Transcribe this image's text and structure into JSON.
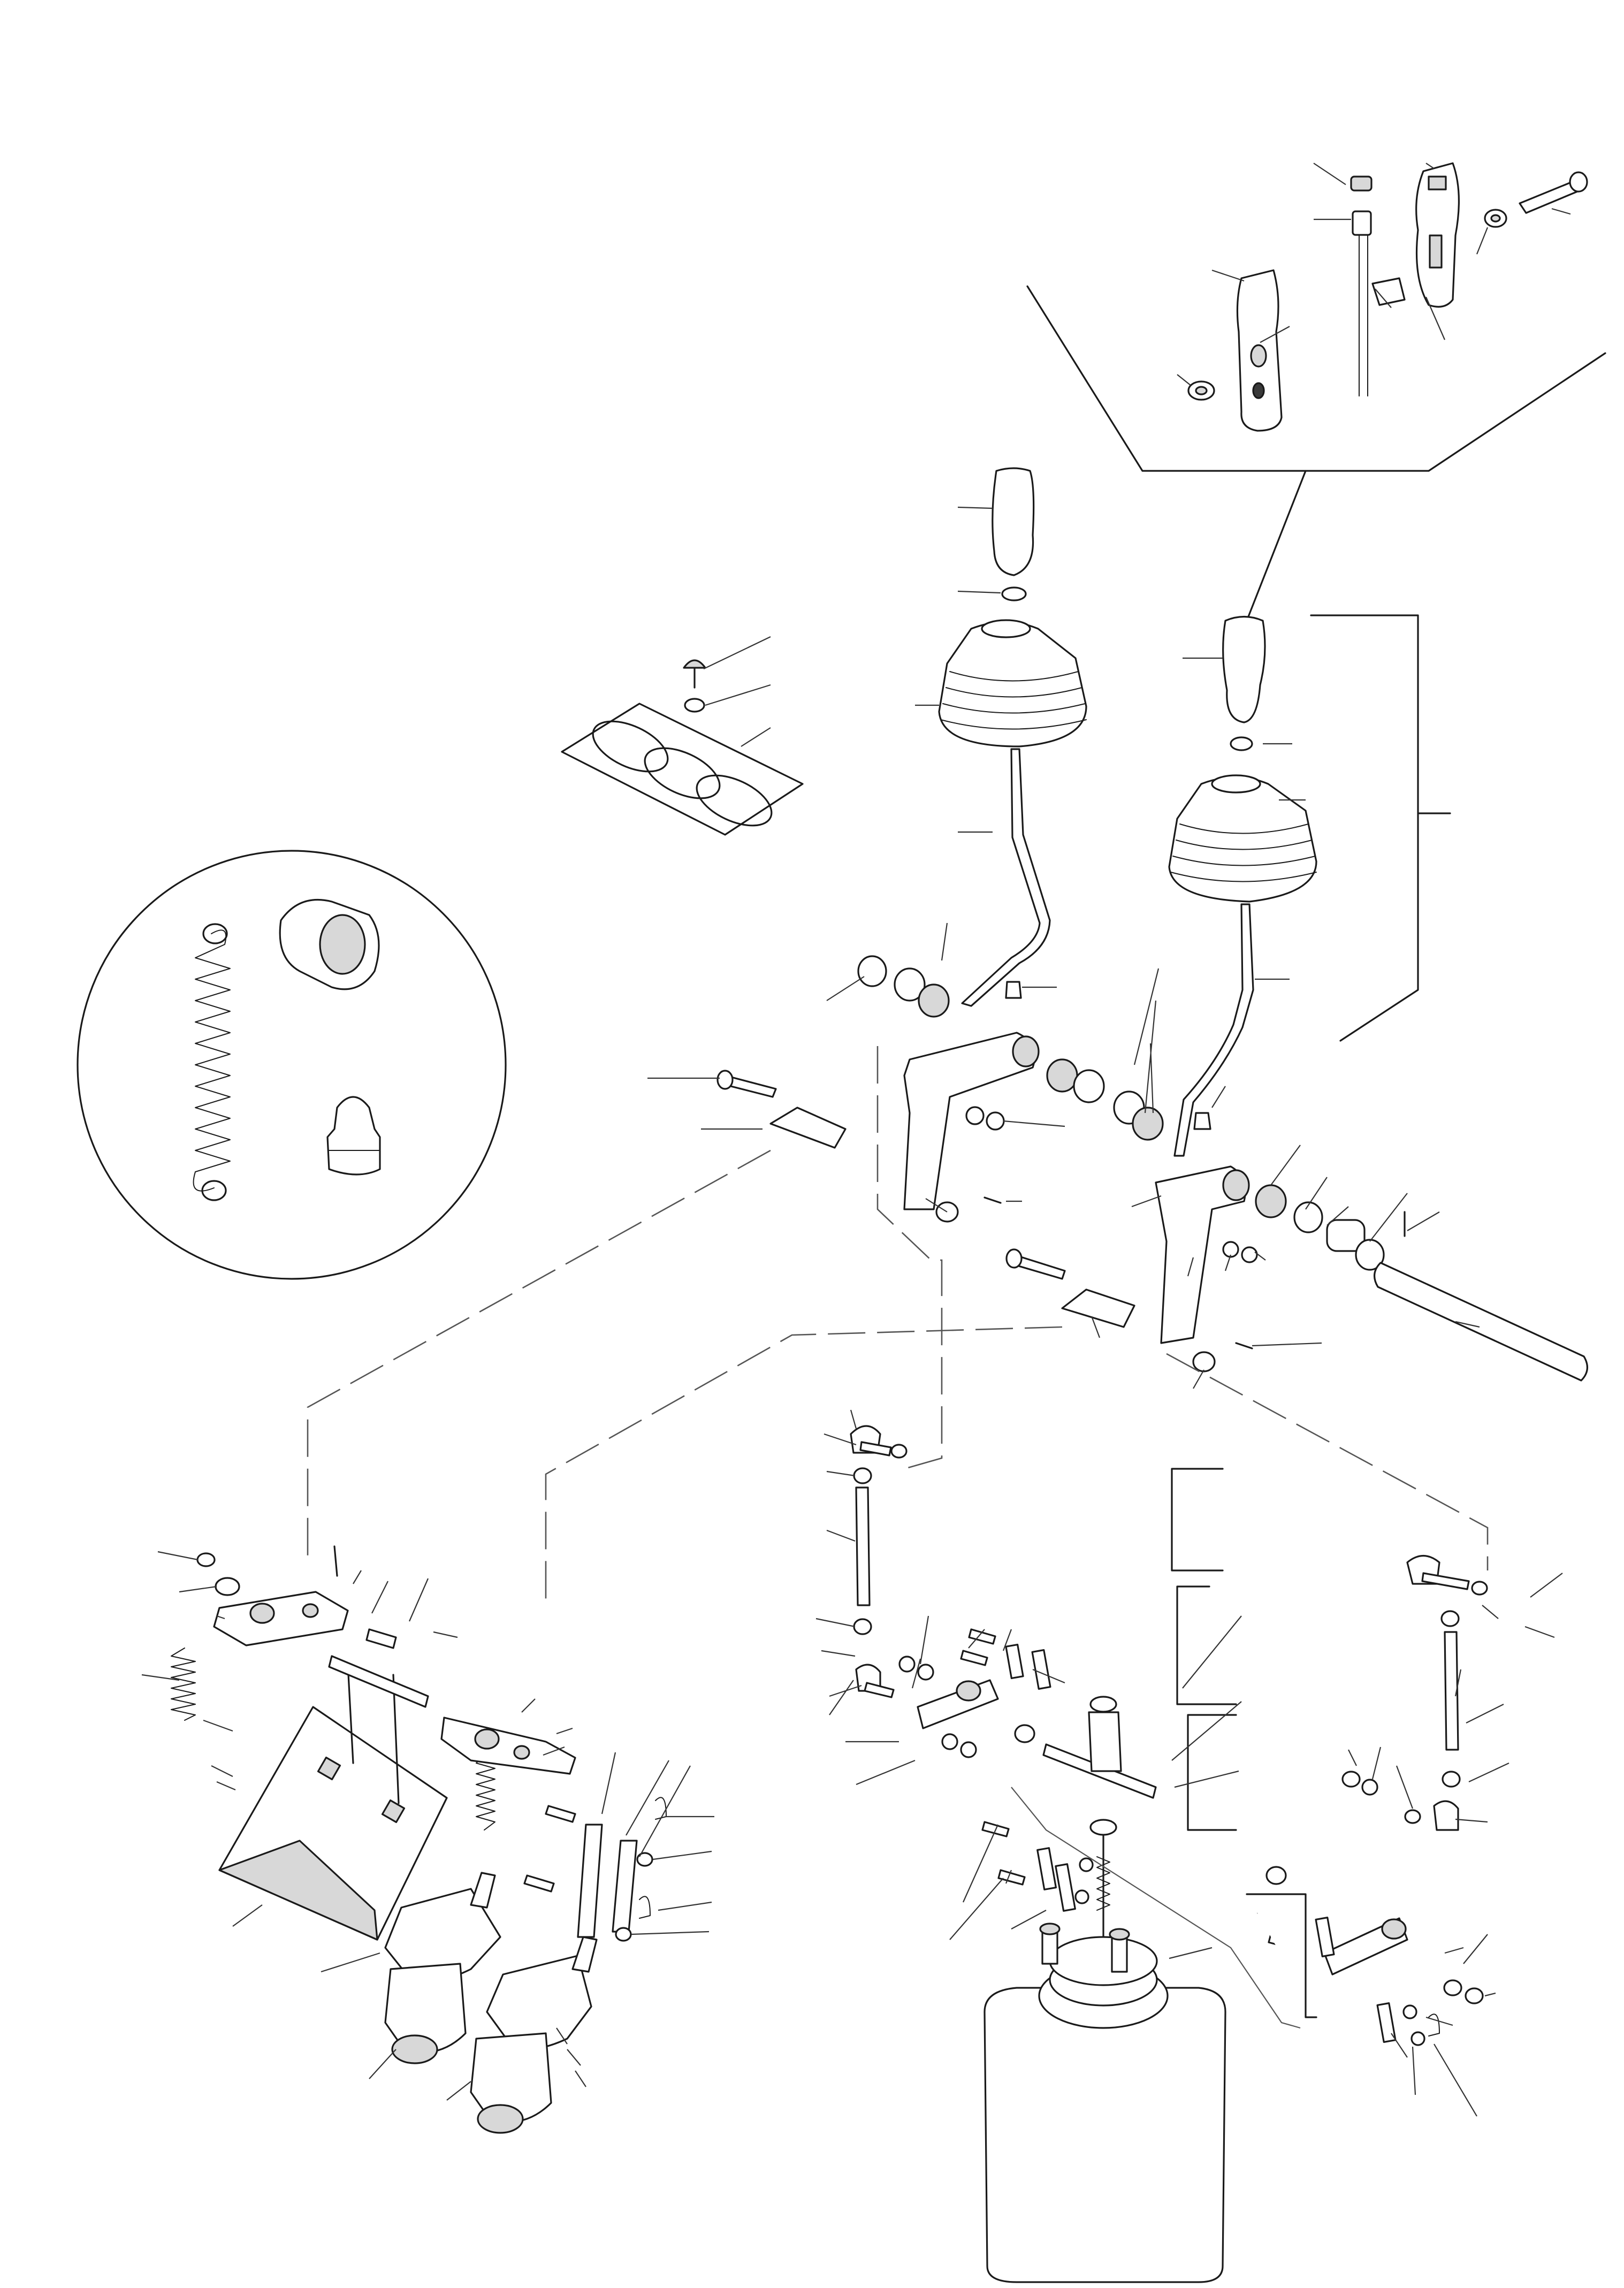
{
  "diagram": {
    "style": "exploded parts illustration, black line art on white",
    "colors": {
      "line": "#1a1a1a",
      "leader": "#333333",
      "background": "#ffffff"
    },
    "groups": [
      "handle-assembly-detail",
      "upper-left-control-lever",
      "upper-right-control-lever",
      "panel-gasket",
      "spring-bearing-detail-circle",
      "pedal-assembly",
      "valve-linkage-assembly",
      "tank"
    ]
  }
}
